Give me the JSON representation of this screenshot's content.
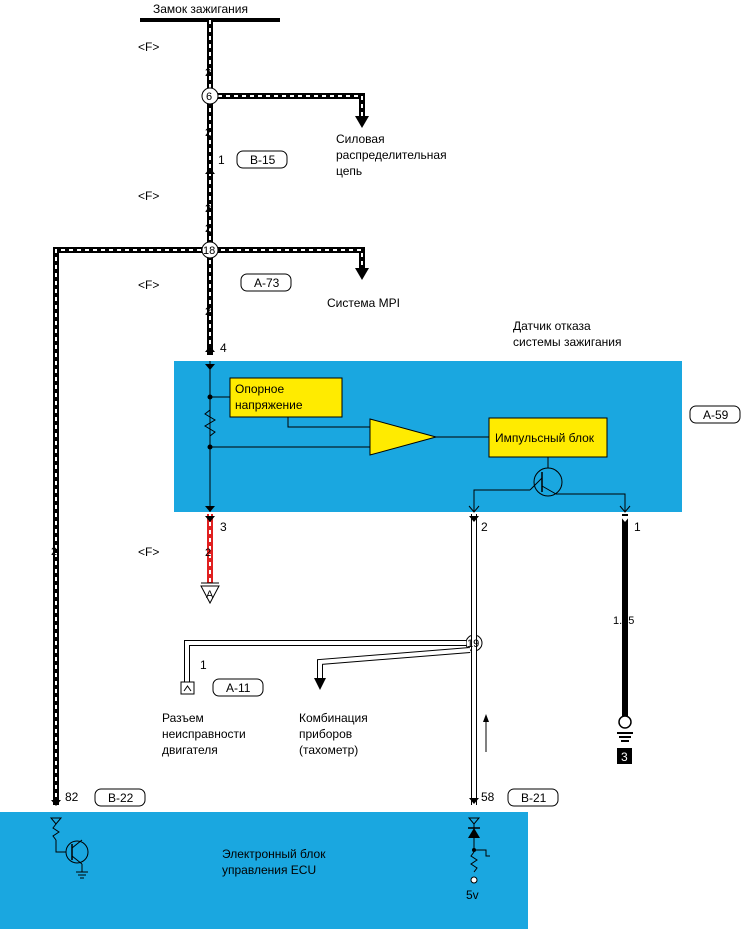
{
  "title": "Замок зажигания",
  "connector_f": "<F>",
  "wire_size": "2",
  "wire_size_ground": "1.25",
  "splices": {
    "s6": "6",
    "s18": "18",
    "s19": "19"
  },
  "pins": {
    "p1_b15": "1",
    "p4": "4",
    "p3": "3",
    "p2": "2",
    "p1": "1",
    "p1_a11": "1",
    "p82": "82",
    "p58": "58"
  },
  "connectors": {
    "b15": "B-15",
    "a73": "A-73",
    "a59": "A-59",
    "a11": "A-11",
    "b22": "B-22",
    "b21": "B-21"
  },
  "labels": {
    "power_dist": [
      "Силовая",
      "распределительная",
      "цепь"
    ],
    "mpi": "Система MPI",
    "sensor": [
      "Датчик отказа",
      "системы зажигания"
    ],
    "ref_voltage": [
      "Опорное",
      "напряжение"
    ],
    "pulse_block": "Импульсный блок",
    "diag_connector": [
      "Разъем",
      "неисправности",
      "двигателя"
    ],
    "instrument": [
      "Комбинация",
      "приборов",
      "(тахометр)"
    ],
    "ecu": [
      "Электронный блок",
      "управления ECU"
    ],
    "five_v": "5v",
    "ground_ref": "A",
    "ground_num": "3"
  },
  "colors": {
    "module_blue": "#1aa7e0",
    "highlight_yellow": "#ffeb00",
    "wire_red": "#e02020"
  }
}
